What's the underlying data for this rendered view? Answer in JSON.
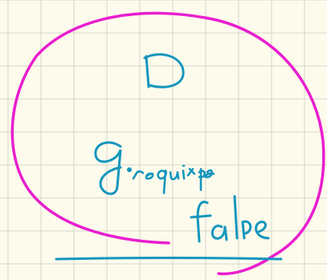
{
  "note_page": {
    "background_color": "#fdfbec",
    "grid_color": "#d6d6cc",
    "grid_spacing": "~41px square grid"
  },
  "ink": {
    "magenta": "#e81ecf",
    "blue": "#1596bd"
  },
  "handwriting": {
    "letter_top": "D",
    "word_g": "g.",
    "word_require": "require",
    "word_false": "false"
  }
}
